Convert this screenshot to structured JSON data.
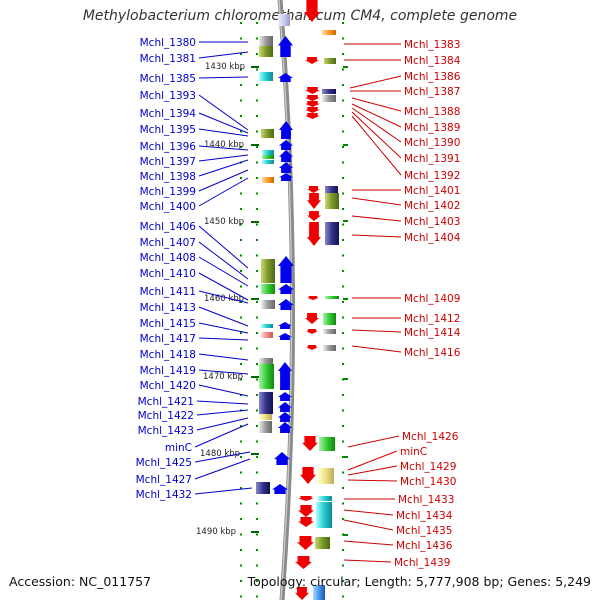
{
  "title": "Methylobacterium chloromethanicum CM4, complete genome",
  "footer": {
    "accession": "Accession: NC_011757",
    "topology": "Topology: circular; Length: 5,777,908 bp; Genes: 5,249"
  },
  "colors": {
    "left_labels": "#0000cc",
    "right_labels": "#cc0000",
    "forward_arrow": "#0000ee",
    "reverse_arrow": "#ee0000",
    "backbone": "#888888",
    "tick": "#008800"
  },
  "scale_ticks": [
    "1430 kbp",
    "1440 kbp",
    "1450 kbp",
    "1460 kbp",
    "1470 kbp",
    "1480 kbp",
    "1490 kbp"
  ],
  "left_genes": [
    "Mchl_1380",
    "Mchl_1381",
    "Mchl_1385",
    "Mchl_1393",
    "Mchl_1394",
    "Mchl_1395",
    "Mchl_1396",
    "Mchl_1397",
    "Mchl_1398",
    "Mchl_1399",
    "Mchl_1400",
    "Mchl_1406",
    "Mchl_1407",
    "Mchl_1408",
    "Mchl_1410",
    "Mchl_1411",
    "Mchl_1413",
    "Mchl_1415",
    "Mchl_1417",
    "Mchl_1418",
    "Mchl_1419",
    "Mchl_1420",
    "Mchl_1421",
    "Mchl_1422",
    "Mchl_1423",
    "minC",
    "Mchl_1425",
    "Mchl_1427",
    "Mchl_1432"
  ],
  "right_genes": [
    "Mchl_1383",
    "Mchl_1384",
    "Mchl_1386",
    "Mchl_1387",
    "Mchl_1388",
    "Mchl_1389",
    "Mchl_1390",
    "Mchl_1391",
    "Mchl_1392",
    "Mchl_1401",
    "Mchl_1402",
    "Mchl_1403",
    "Mchl_1404",
    "Mchl_1409",
    "Mchl_1412",
    "Mchl_1414",
    "Mchl_1416",
    "Mchl_1426",
    "minC",
    "Mchl_1429",
    "Mchl_1430",
    "Mchl_1433",
    "Mchl_1434",
    "Mchl_1435",
    "Mchl_1436",
    "Mchl_1439"
  ]
}
